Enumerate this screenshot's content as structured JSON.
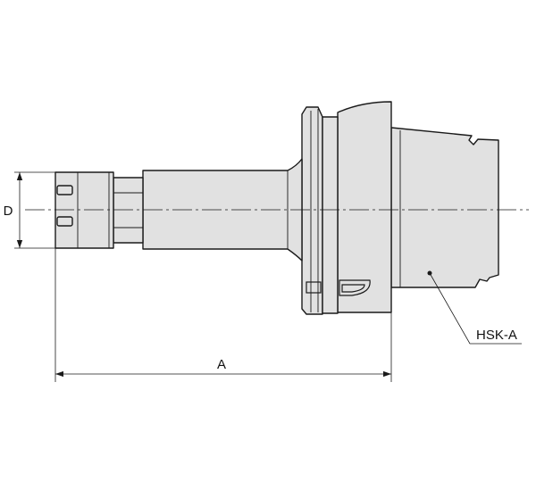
{
  "labels": {
    "diameter": "D",
    "length": "A",
    "interface": "HSK-A"
  },
  "colors": {
    "body_fill": "#e1e1e1",
    "line": "#1a1a1a",
    "background": "#ffffff"
  }
}
